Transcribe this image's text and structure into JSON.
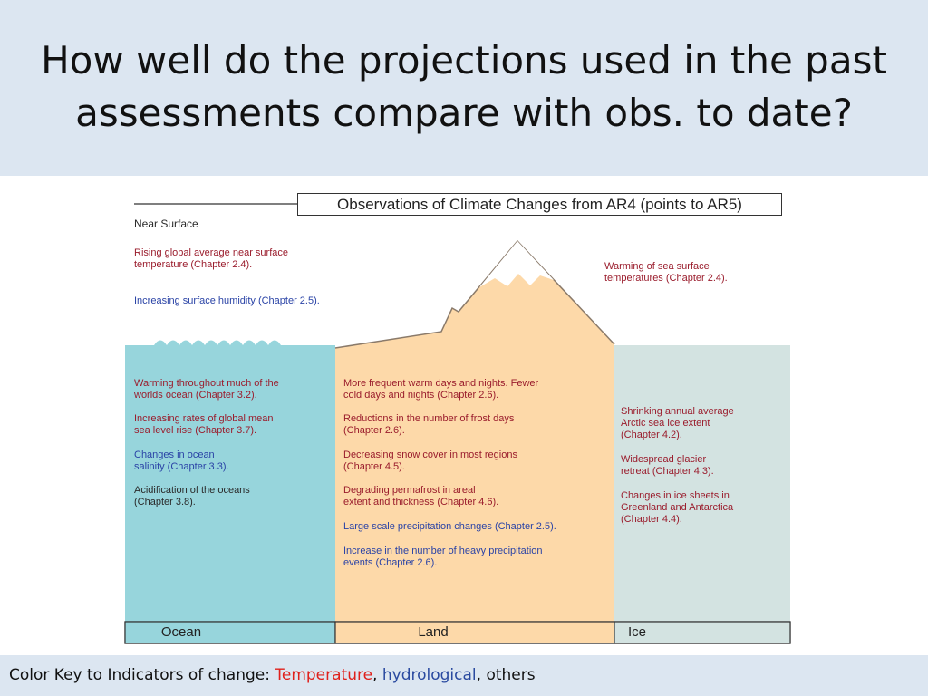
{
  "slide": {
    "title_line1": "How well do the projections used in the past",
    "title_line2": "assessments compare with obs. to date?"
  },
  "diagram": {
    "title": "Observations of Climate Changes from AR4 (points to AR5)",
    "near_surface": {
      "heading": "Near Surface",
      "items": [
        {
          "text": "Rising global average near surface\ntemperature (Chapter 2.4).",
          "category": "temperature"
        },
        {
          "text": "Increasing surface humidity (Chapter 2.5).",
          "category": "hydrological"
        }
      ],
      "sea_surface_item": {
        "text": "Warming of sea surface\ntemperatures (Chapter 2.4).",
        "category": "temperature"
      }
    },
    "ocean": {
      "label": "Ocean",
      "items": [
        {
          "text": "Warming throughout much of the\nworlds ocean (Chapter 3.2).",
          "category": "temperature"
        },
        {
          "text": "Increasing rates of global mean\nsea level rise (Chapter 3.7).",
          "category": "temperature"
        },
        {
          "text": "Changes in ocean\nsalinity (Chapter 3.3).",
          "category": "hydrological"
        },
        {
          "text": "Acidification of the oceans\n(Chapter 3.8).",
          "category": "other"
        }
      ]
    },
    "land": {
      "label": "Land",
      "items": [
        {
          "text": "More frequent warm days and nights. Fewer\n cold days and nights (Chapter 2.6).",
          "category": "temperature"
        },
        {
          "text": "Reductions in the number of frost days\n(Chapter 2.6).",
          "category": "temperature"
        },
        {
          "text": "Decreasing snow cover in most regions\n(Chapter 4.5).",
          "category": "temperature"
        },
        {
          "text": "Degrading permafrost in areal\nextent and thickness (Chapter 4.6).",
          "category": "temperature"
        },
        {
          "text": "Large scale precipitation changes (Chapter 2.5).",
          "category": "hydrological"
        },
        {
          "text": "Increase in the number of heavy precipitation\nevents (Chapter 2.6).",
          "category": "hydrological"
        }
      ]
    },
    "ice": {
      "label": "Ice",
      "items": [
        {
          "text": "Shrinking annual average\nArctic  sea ice extent\n (Chapter 4.2).",
          "category": "temperature"
        },
        {
          "text": "Widespread glacier\nretreat (Chapter 4.3).",
          "category": "temperature"
        },
        {
          "text": "Changes in ice sheets in\nGreenland and Antarctica\n(Chapter 4.4).",
          "category": "temperature"
        }
      ]
    }
  },
  "footer": {
    "prefix": "Color Key to Indicators of change: ",
    "temperature": "Temperature",
    "sep1": ", ",
    "hydrological": "hydrological",
    "sep2": ", ",
    "others": "others"
  },
  "colors": {
    "header_bg": "#dce6f1",
    "ocean": "#97d5dc",
    "land": "#fdd9a9",
    "ice": "#d3e3e1",
    "temperature_text": "#9a1c2c",
    "hydrological_text": "#2a43a6",
    "other_text": "#2a2a2a",
    "key_temperature": "#e0201b",
    "key_hydrological": "#2a4aa0"
  }
}
